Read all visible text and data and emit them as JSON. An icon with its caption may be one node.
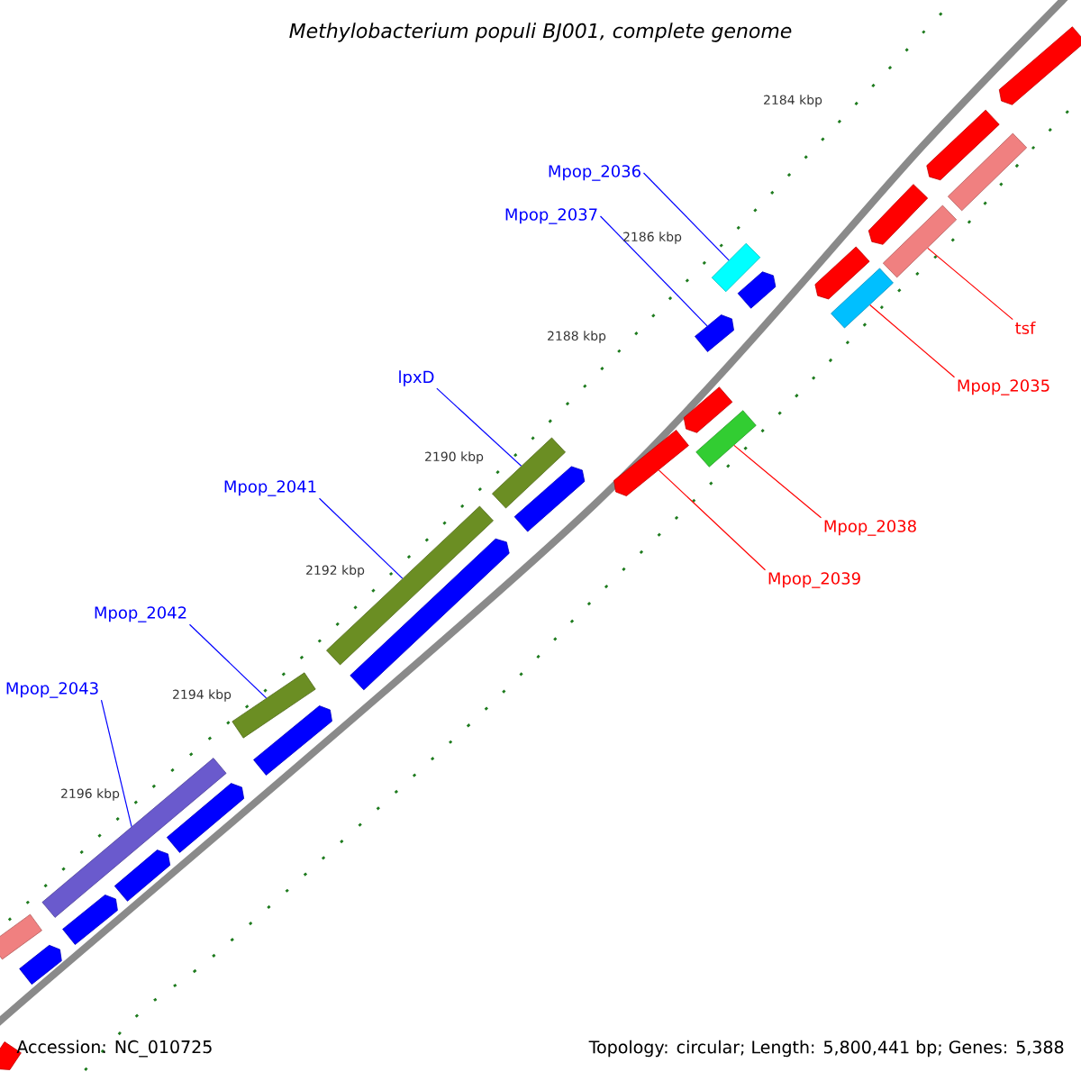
{
  "diagram": {
    "title": "Methylobacterium populi BJ001, complete genome",
    "nodes": [
      {
        "text": [
          "Mpop_2036"
        ]
      },
      {
        "text": [
          "Mpop_2037"
        ]
      },
      {
        "text": [
          "tsf"
        ]
      },
      {
        "text": [
          "Mpop_2035"
        ]
      },
      {
        "text": [
          "lpxD"
        ]
      },
      {
        "text": [
          "Mpop_2041"
        ]
      },
      {
        "text": [
          "Mpop_2038"
        ]
      },
      {
        "text": [
          "Mpop_2039"
        ]
      },
      {
        "text": [
          "Mpop_2042"
        ]
      },
      {
        "text": [
          "Mpop_2043"
        ]
      },
      {
        "text": [],
        "shape": "arrow"
      },
      {
        "text": [],
        "shape": "bar"
      },
      {
        "text": [],
        "shape": "arrow"
      },
      {
        "text": [],
        "shape": "bar"
      },
      {
        "text": [],
        "shape": "arrow"
      },
      {
        "text": [],
        "shape": "arrow"
      },
      {
        "text": [],
        "shape": "arrow"
      },
      {
        "text": [],
        "shape": "bar"
      },
      {
        "text": [],
        "shape": "arrow"
      },
      {
        "text": [],
        "shape": "bar"
      },
      {
        "text": [],
        "shape": "arrow"
      },
      {
        "text": [],
        "shape": "bar"
      },
      {
        "text": [],
        "shape": "arrow"
      },
      {
        "text": [],
        "shape": "arrow"
      },
      {
        "text": [],
        "shape": "arrow"
      },
      {
        "text": [],
        "shape": "arrow"
      },
      {
        "text": [],
        "shape": "bar"
      },
      {
        "text": [],
        "shape": "bar"
      },
      {
        "text": [],
        "shape": "arrow"
      },
      {
        "text": [],
        "shape": "arrow"
      },
      {
        "text": [],
        "shape": "bar"
      },
      {
        "text": [],
        "shape": "arrow"
      },
      {
        "text": [],
        "shape": "bar"
      },
      {
        "text": [],
        "shape": "arrow"
      },
      {
        "text": [],
        "shape": "bar"
      },
      {
        "text": [],
        "shape": "arrow"
      }
    ],
    "edges": [
      {
        "from": 0,
        "to": 27,
        "arrow": "none"
      },
      {
        "from": 1,
        "to": 25,
        "arrow": "none"
      },
      {
        "from": 2,
        "to": 32,
        "arrow": "none",
        "color": "#ff0000"
      },
      {
        "from": 3,
        "to": 30,
        "arrow": "none",
        "color": "#ff0000"
      },
      {
        "from": 4,
        "to": 21,
        "arrow": "none"
      },
      {
        "from": 5,
        "to": 19,
        "arrow": "none"
      },
      {
        "from": 6,
        "to": 26,
        "arrow": "none",
        "color": "#ff0000"
      },
      {
        "from": 7,
        "to": 23,
        "arrow": "none",
        "color": "#ff0000"
      },
      {
        "from": 8,
        "to": 17,
        "arrow": "none"
      },
      {
        "from": 9,
        "to": 13,
        "arrow": "none"
      }
    ],
    "labels": [
      "2184 kbp",
      "2186 kbp",
      "2188 kbp",
      "2190 kbp",
      "2192 kbp",
      "2194 kbp",
      "2196 kbp",
      "Accession: NC_010725",
      "Topology: circular; Length: 5,800,441 bp; Genes: 5,388"
    ]
  }
}
